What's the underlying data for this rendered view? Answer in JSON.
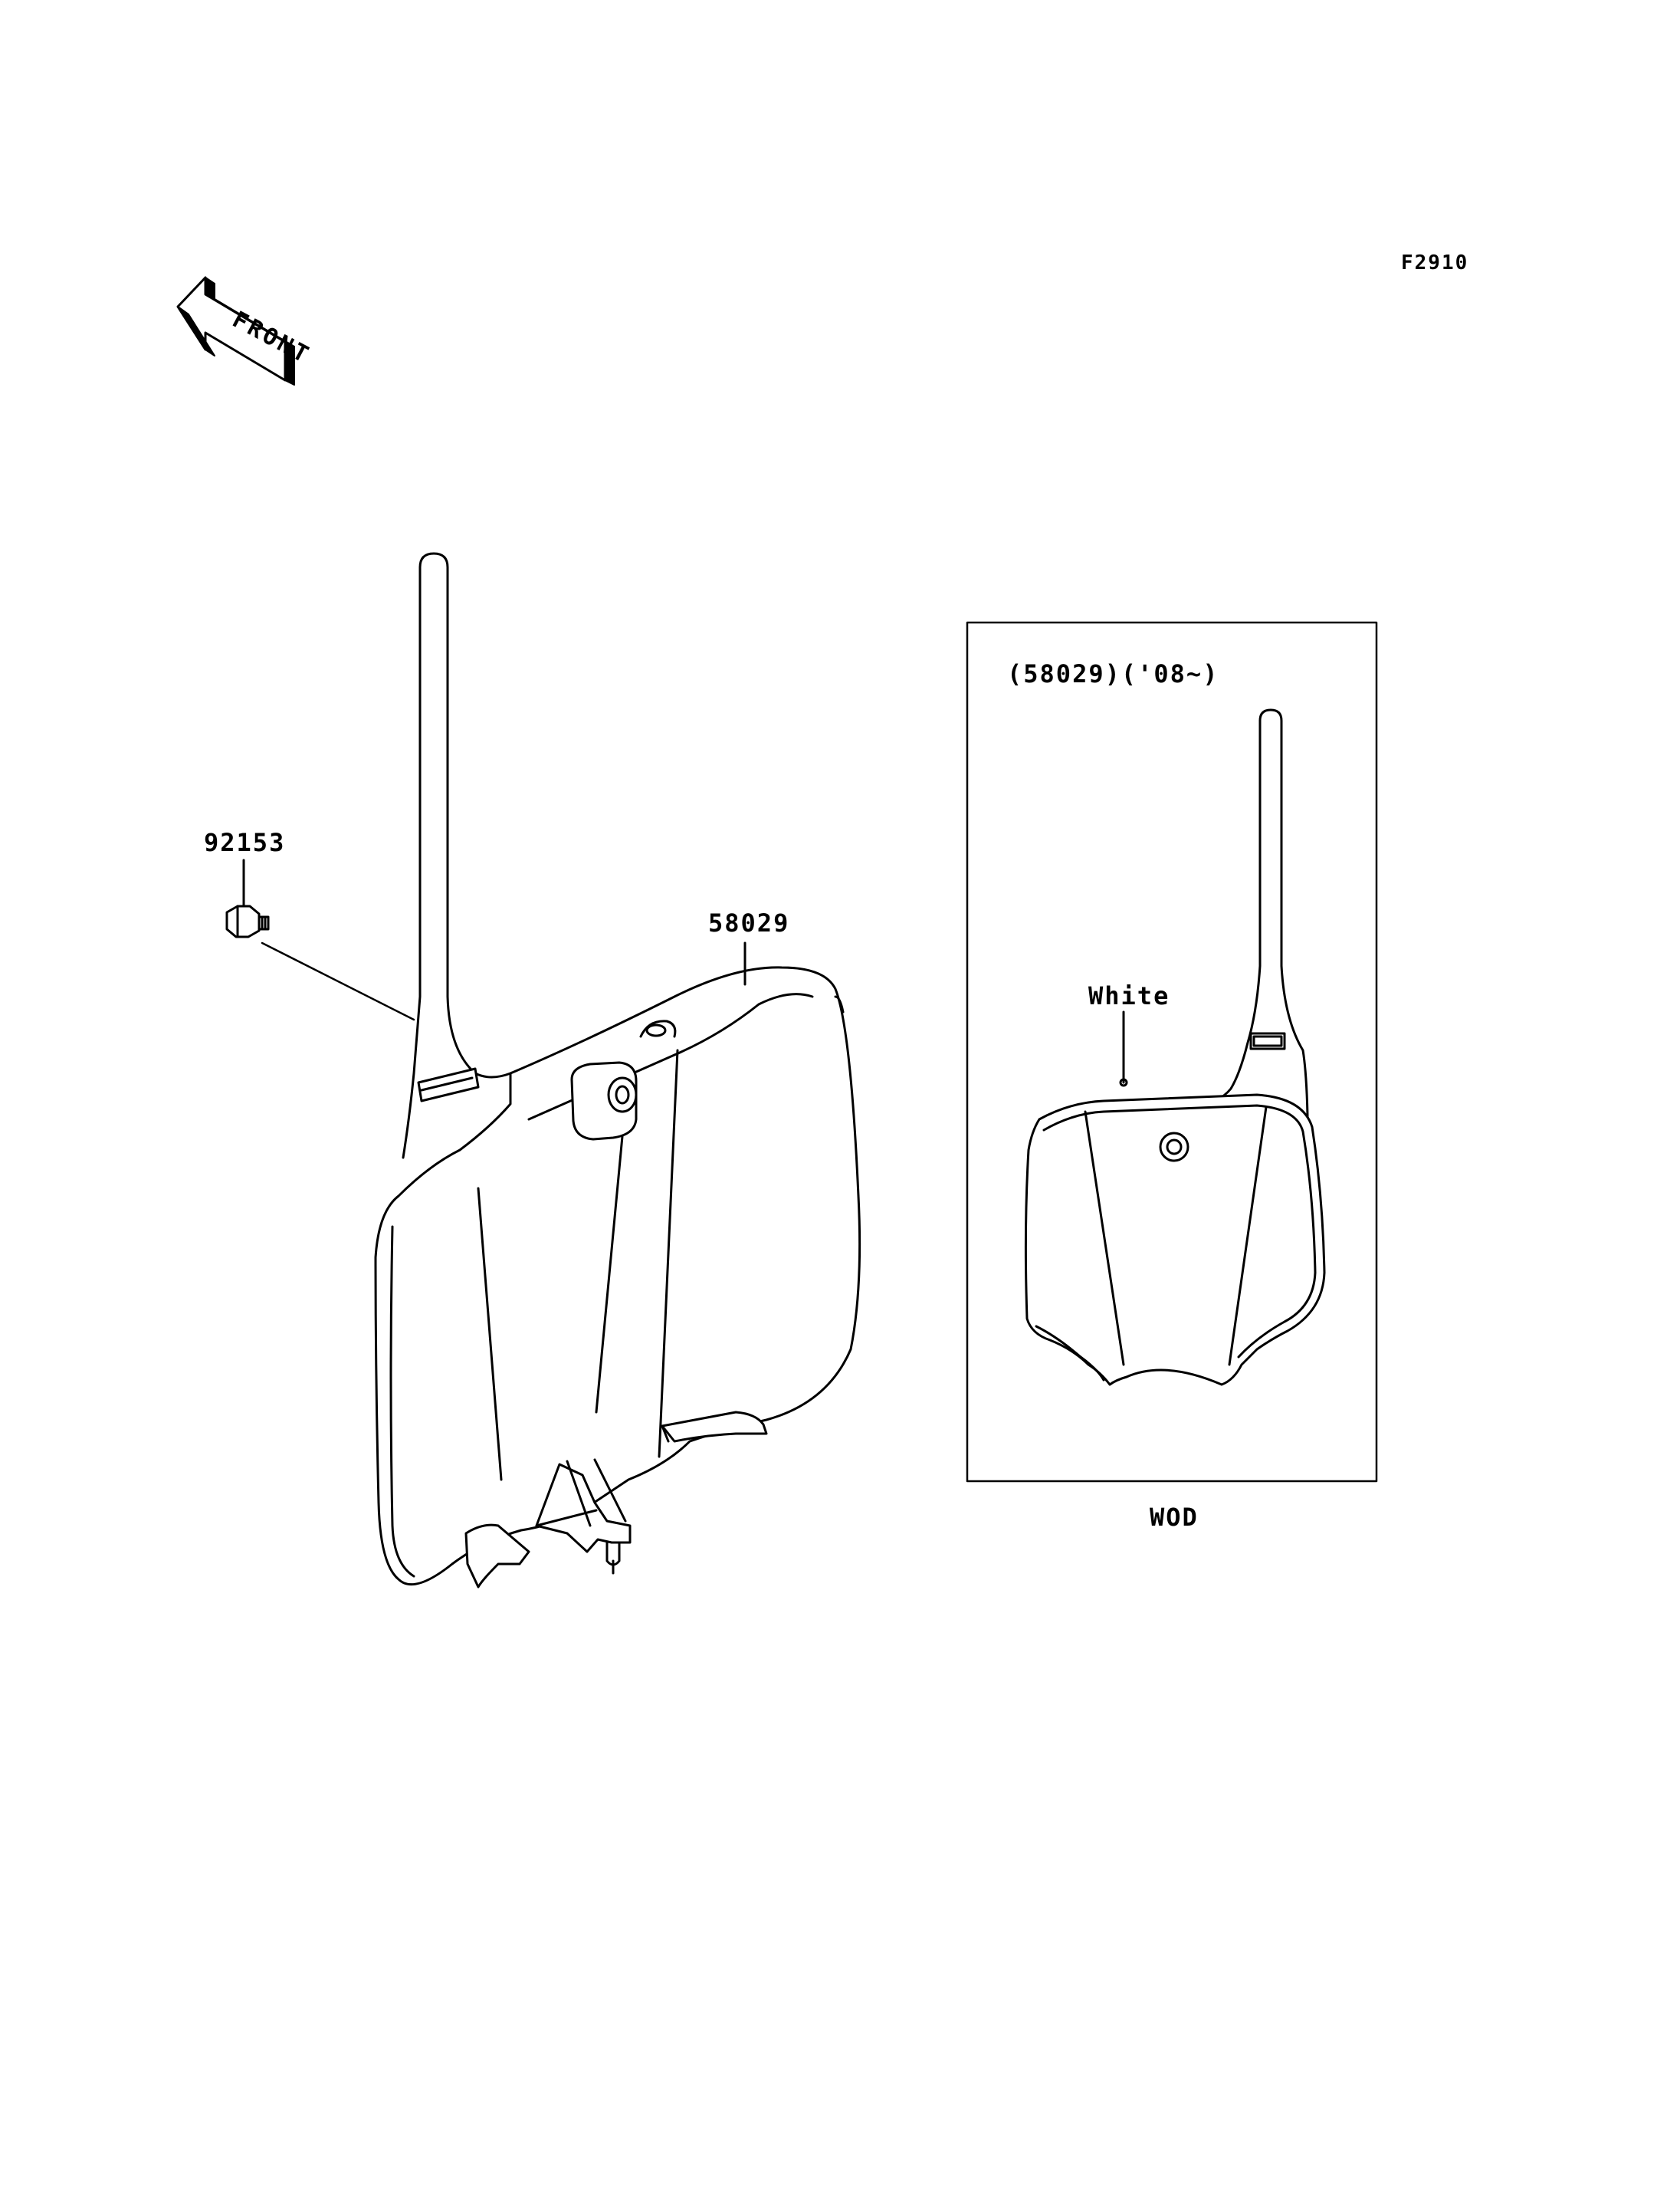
{
  "header": {
    "diagram_code": "F2910"
  },
  "front_arrow": {
    "text": "FRONT"
  },
  "parts": [
    {
      "number": "92153"
    },
    {
      "number": "58029"
    }
  ],
  "inset": {
    "title": "(58029)('08~)",
    "color_note": "White",
    "variant_code": "WOD"
  },
  "colors": {
    "line": "#000000",
    "background": "#ffffff"
  }
}
